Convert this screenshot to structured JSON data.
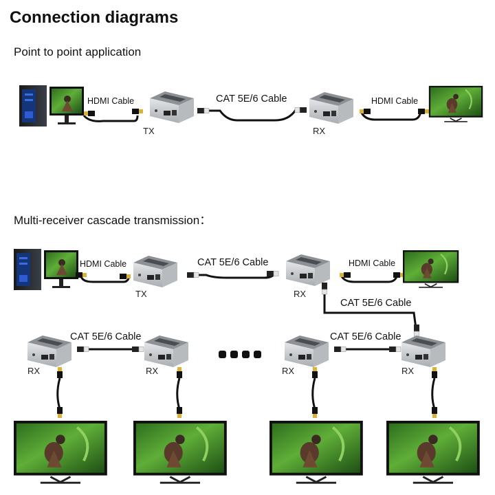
{
  "title": "Connection diagrams",
  "sections": {
    "p2p": "Point to point application",
    "cascade": "Multi-receiver cascade transmission："
  },
  "labels": {
    "hdmi_cable": "HDMI Cable",
    "cat_cable": "CAT 5E/6 Cable",
    "tx": "TX",
    "rx": "RX"
  },
  "icons": {
    "pc": "desktop-computer-icon",
    "extender": "hdmi-extender-icon",
    "tv": "television-icon",
    "hdmi": "hdmi-plug-icon",
    "rj45": "rj45-plug-icon"
  },
  "colors": {
    "device_body": "#c9cccf",
    "device_top": "#8d9196",
    "screen_green": "#3f8f2a",
    "cable": "#111111",
    "plug_gold": "#d9b23a"
  }
}
